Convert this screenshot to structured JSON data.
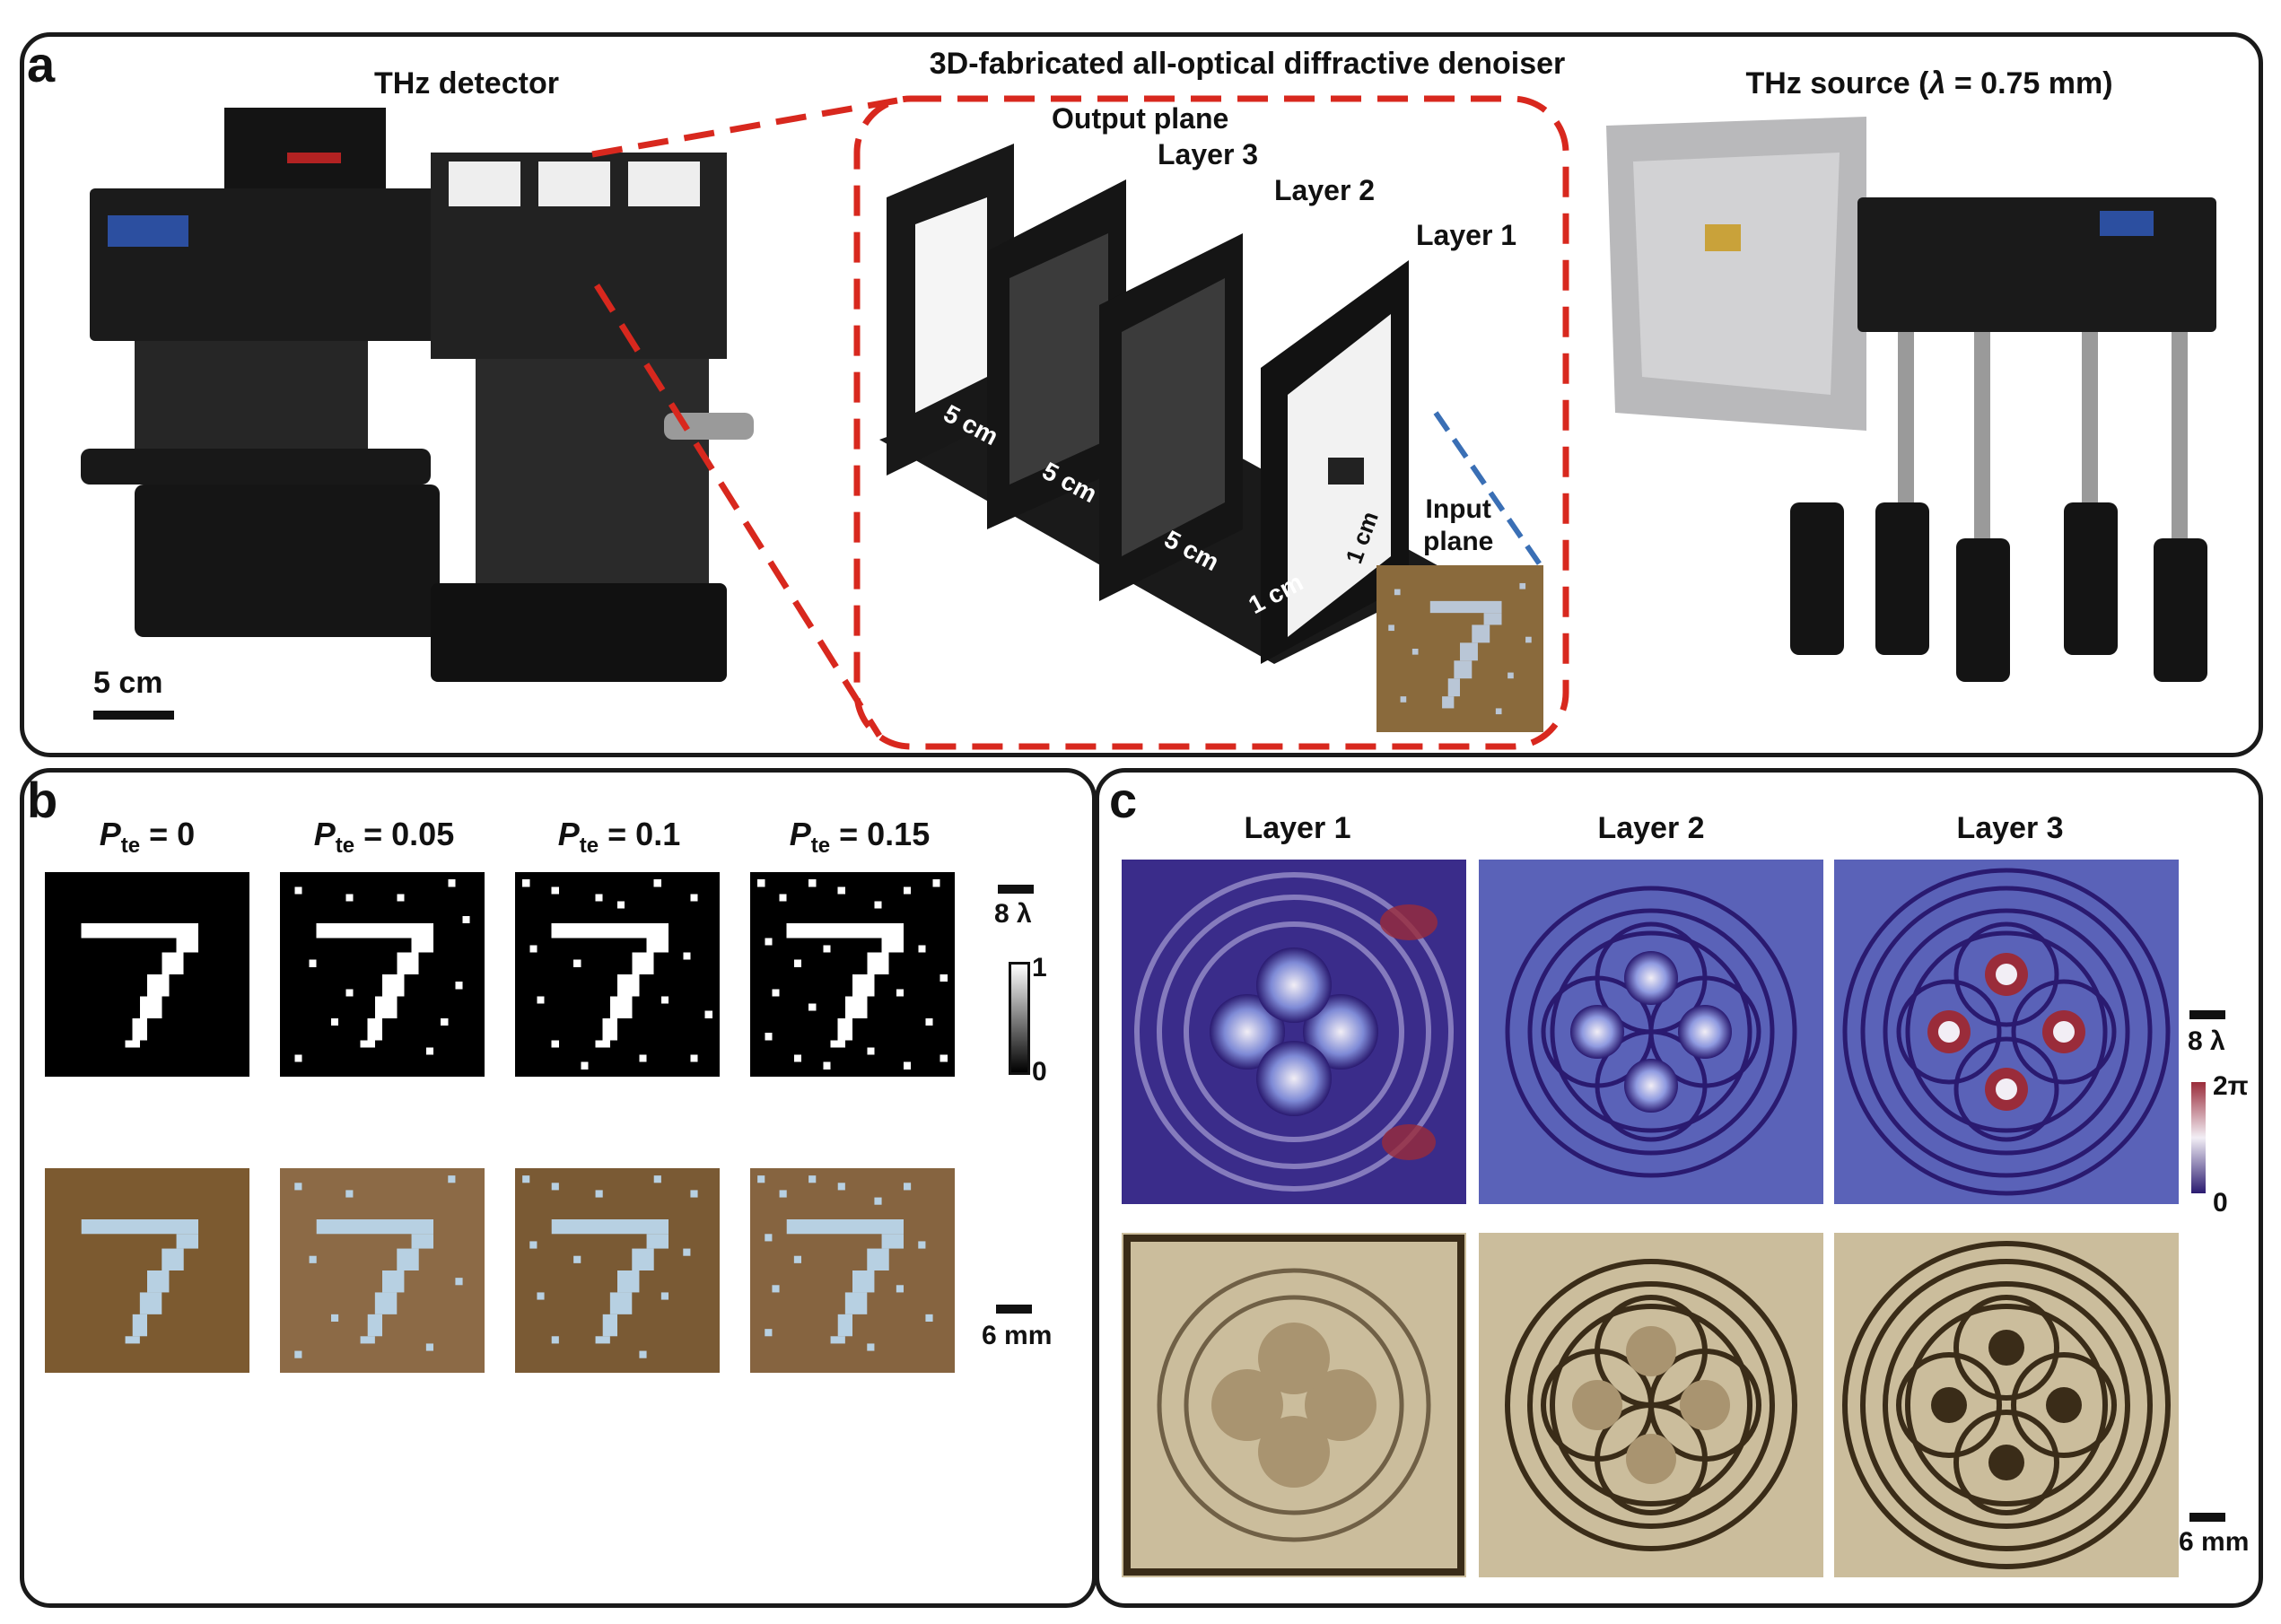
{
  "panels": {
    "a": {
      "label": "a",
      "detector_title": "THz detector",
      "denoiser_title": "3D-fabricated all-optical diffractive denoiser",
      "source_title_pre": "THz source (",
      "source_title_lambda": "λ",
      "source_title_post": " = 0.75 mm)",
      "scale_label": "5 cm",
      "output_plane": "Output plane",
      "layer3": "Layer 3",
      "layer2": "Layer 2",
      "layer1": "Layer 1",
      "input_plane": "Input\nplane",
      "spacing_5a": "5 cm",
      "spacing_5b": "5 cm",
      "spacing_5c": "5 cm",
      "spacing_1a": "1 cm",
      "spacing_1b": "1 cm"
    },
    "b": {
      "label": "b",
      "p_symbol": "P",
      "p_sub": "te",
      "values": [
        " = 0",
        " = 0.05",
        " = 0.1",
        " = 0.15"
      ],
      "scale_top": "8 λ",
      "colorbar_max": "1",
      "colorbar_min": "0",
      "scale_bottom": "6 mm"
    },
    "c": {
      "label": "c",
      "layer_titles": [
        "Layer 1",
        "Layer 2",
        "Layer 3"
      ],
      "scale_top": "8 λ",
      "colorbar_max": "2π",
      "colorbar_min": "0",
      "scale_bottom": "6 mm"
    }
  },
  "colors": {
    "annotation_red": "#d8281e",
    "annotation_blue": "#3a6fb5",
    "phase_low": "#2a1a70",
    "phase_mid": "#f2eef5",
    "phase_high": "#9a2c3a"
  }
}
